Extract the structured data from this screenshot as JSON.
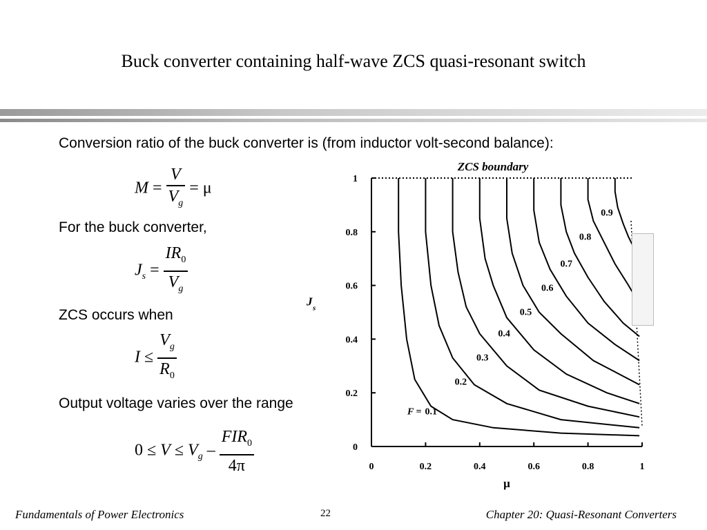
{
  "slide": {
    "title": "Buck converter containing half-wave ZCS quasi-resonant switch",
    "intro": "Conversion ratio of the buck converter is (from inductor volt-second balance):",
    "eq1": {
      "lhs": "M",
      "num": "V",
      "den": "V",
      "den_sub": "g",
      "rhs": "μ"
    },
    "text2": "For the buck converter,",
    "eq2": {
      "lhs": "J",
      "lhs_sub": "s",
      "num": "IR",
      "num_sub": "0",
      "den": "V",
      "den_sub": "g"
    },
    "text3": "ZCS occurs when",
    "eq3": {
      "lhs": "I",
      "rel": "≤",
      "num": "V",
      "num_sub": "g",
      "den": "R",
      "den_sub": "0"
    },
    "text4": "Output voltage varies over the range",
    "eq4": {
      "zero": "0",
      "rel1": "≤",
      "v": "V",
      "rel2": "≤",
      "vg": "V",
      "vg_sub": "g",
      "minus": "–",
      "num": "FIR",
      "num_sub": "0",
      "den": "4π"
    }
  },
  "chart_data": {
    "type": "line",
    "title": "ZCS boundary",
    "xlabel": "μ",
    "ylabel": "J",
    "ylabel_sub": "s",
    "xlim": [
      0,
      1
    ],
    "ylim": [
      0,
      1
    ],
    "xticks": [
      "0",
      "0.2",
      "0.4",
      "0.6",
      "0.8",
      "1"
    ],
    "yticks": [
      "0",
      "0.2",
      "0.4",
      "0.6",
      "0.8",
      "1"
    ],
    "grid": false,
    "boundary_y": 1,
    "series": [
      {
        "name": "0.1",
        "points": [
          [
            0.1,
            1
          ],
          [
            0.1,
            0.8
          ],
          [
            0.11,
            0.6
          ],
          [
            0.13,
            0.4
          ],
          [
            0.16,
            0.25
          ],
          [
            0.22,
            0.15
          ],
          [
            0.3,
            0.1
          ],
          [
            0.45,
            0.07
          ],
          [
            0.7,
            0.05
          ],
          [
            0.99,
            0.04
          ]
        ]
      },
      {
        "name": "0.2",
        "points": [
          [
            0.2,
            1
          ],
          [
            0.2,
            0.8
          ],
          [
            0.22,
            0.6
          ],
          [
            0.25,
            0.45
          ],
          [
            0.3,
            0.33
          ],
          [
            0.38,
            0.23
          ],
          [
            0.5,
            0.16
          ],
          [
            0.7,
            0.1
          ],
          [
            0.99,
            0.07
          ]
        ]
      },
      {
        "name": "0.3",
        "points": [
          [
            0.3,
            1
          ],
          [
            0.3,
            0.8
          ],
          [
            0.32,
            0.65
          ],
          [
            0.35,
            0.52
          ],
          [
            0.4,
            0.42
          ],
          [
            0.5,
            0.3
          ],
          [
            0.62,
            0.21
          ],
          [
            0.8,
            0.15
          ],
          [
            0.99,
            0.11
          ]
        ]
      },
      {
        "name": "0.4",
        "points": [
          [
            0.4,
            1
          ],
          [
            0.4,
            0.85
          ],
          [
            0.42,
            0.7
          ],
          [
            0.45,
            0.6
          ],
          [
            0.5,
            0.48
          ],
          [
            0.6,
            0.36
          ],
          [
            0.72,
            0.27
          ],
          [
            0.87,
            0.2
          ],
          [
            0.99,
            0.16
          ]
        ]
      },
      {
        "name": "0.5",
        "points": [
          [
            0.5,
            1
          ],
          [
            0.5,
            0.85
          ],
          [
            0.52,
            0.72
          ],
          [
            0.56,
            0.6
          ],
          [
            0.62,
            0.5
          ],
          [
            0.7,
            0.42
          ],
          [
            0.82,
            0.32
          ],
          [
            0.99,
            0.23
          ]
        ]
      },
      {
        "name": "0.6",
        "points": [
          [
            0.6,
            1
          ],
          [
            0.6,
            0.88
          ],
          [
            0.62,
            0.76
          ],
          [
            0.66,
            0.66
          ],
          [
            0.72,
            0.56
          ],
          [
            0.8,
            0.46
          ],
          [
            0.9,
            0.38
          ],
          [
            0.99,
            0.32
          ]
        ]
      },
      {
        "name": "0.7",
        "points": [
          [
            0.7,
            1
          ],
          [
            0.7,
            0.9
          ],
          [
            0.72,
            0.8
          ],
          [
            0.75,
            0.72
          ],
          [
            0.8,
            0.63
          ],
          [
            0.86,
            0.54
          ],
          [
            0.93,
            0.46
          ],
          [
            0.99,
            0.41
          ]
        ]
      },
      {
        "name": "0.8",
        "points": [
          [
            0.8,
            1
          ],
          [
            0.8,
            0.92
          ],
          [
            0.82,
            0.84
          ],
          [
            0.86,
            0.76
          ],
          [
            0.9,
            0.68
          ],
          [
            0.95,
            0.6
          ],
          [
            0.99,
            0.53
          ]
        ]
      },
      {
        "name": "0.9",
        "points": [
          [
            0.9,
            1
          ],
          [
            0.9,
            0.95
          ],
          [
            0.91,
            0.89
          ],
          [
            0.93,
            0.83
          ],
          [
            0.95,
            0.78
          ],
          [
            0.97,
            0.74
          ]
        ]
      }
    ],
    "label_prefix": "F =",
    "labels": [
      {
        "text": "0.1",
        "x": 0.22,
        "y": 0.12
      },
      {
        "text": "0.2",
        "x": 0.33,
        "y": 0.23
      },
      {
        "text": "0.3",
        "x": 0.41,
        "y": 0.32
      },
      {
        "text": "0.4",
        "x": 0.49,
        "y": 0.41
      },
      {
        "text": "0.5",
        "x": 0.57,
        "y": 0.49
      },
      {
        "text": "0.6",
        "x": 0.65,
        "y": 0.58
      },
      {
        "text": "0.7",
        "x": 0.72,
        "y": 0.67
      },
      {
        "text": "0.8",
        "x": 0.79,
        "y": 0.77
      },
      {
        "text": "0.9",
        "x": 0.87,
        "y": 0.86
      }
    ]
  },
  "footer": {
    "left": "Fundamentals of Power Electronics",
    "page": "22",
    "right": "Chapter 20:  Quasi-Resonant Converters"
  }
}
